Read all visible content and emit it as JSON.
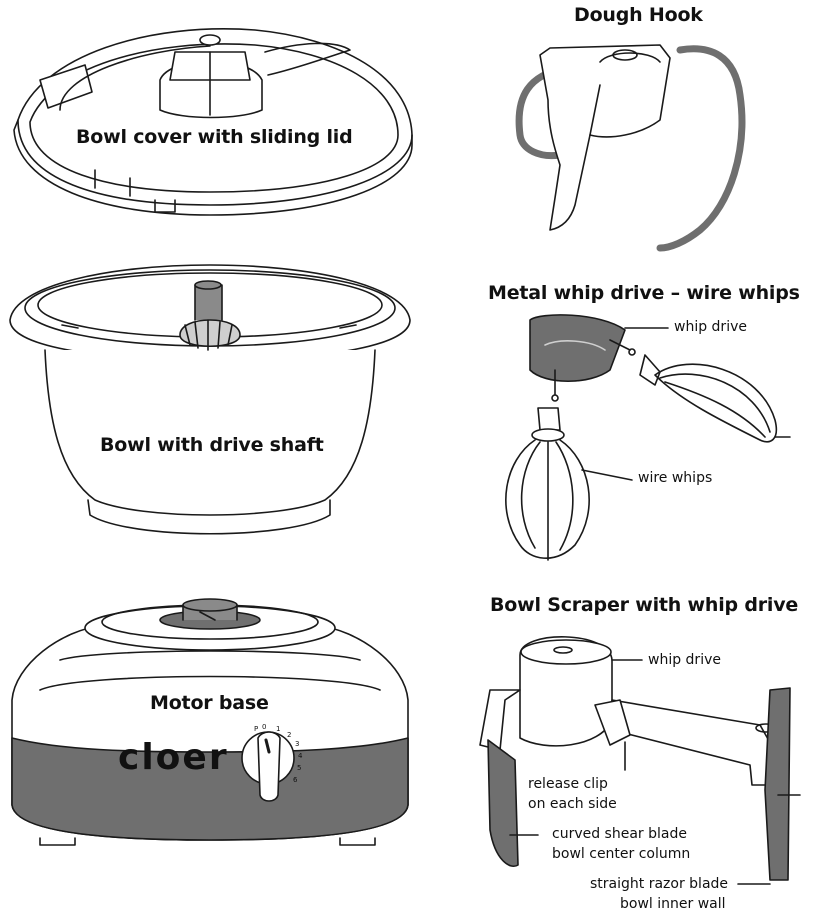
{
  "parts": {
    "bowl_cover": {
      "label": "Bowl cover with sliding lid"
    },
    "bowl": {
      "label": "Bowl with drive shaft"
    },
    "motor_base": {
      "label": "Motor base",
      "brand": "cloer",
      "dial_marks": [
        "P",
        "0",
        "1",
        "2",
        "3",
        "4",
        "5",
        "6"
      ]
    },
    "dough_hook": {
      "title": "Dough Hook"
    },
    "metal_whip": {
      "title": "Metal whip drive – wire whips",
      "callout_drive": "whip drive",
      "callout_whips": "wire whips"
    },
    "scraper": {
      "title": "Bowl Scraper with whip drive",
      "callout_drive": "whip drive",
      "callout_clip_1": "release clip",
      "callout_clip_2": "on each side",
      "callout_curved_1": "curved shear blade",
      "callout_curved_2": "bowl center column",
      "callout_straight_1": "straight razor blade",
      "callout_straight_2": "bowl inner wall"
    }
  },
  "colors": {
    "line": "#1a1a1a",
    "dark_gray": "#6f6f6f",
    "light_gray": "#dedede",
    "mid_gray": "#9a9a9a"
  }
}
